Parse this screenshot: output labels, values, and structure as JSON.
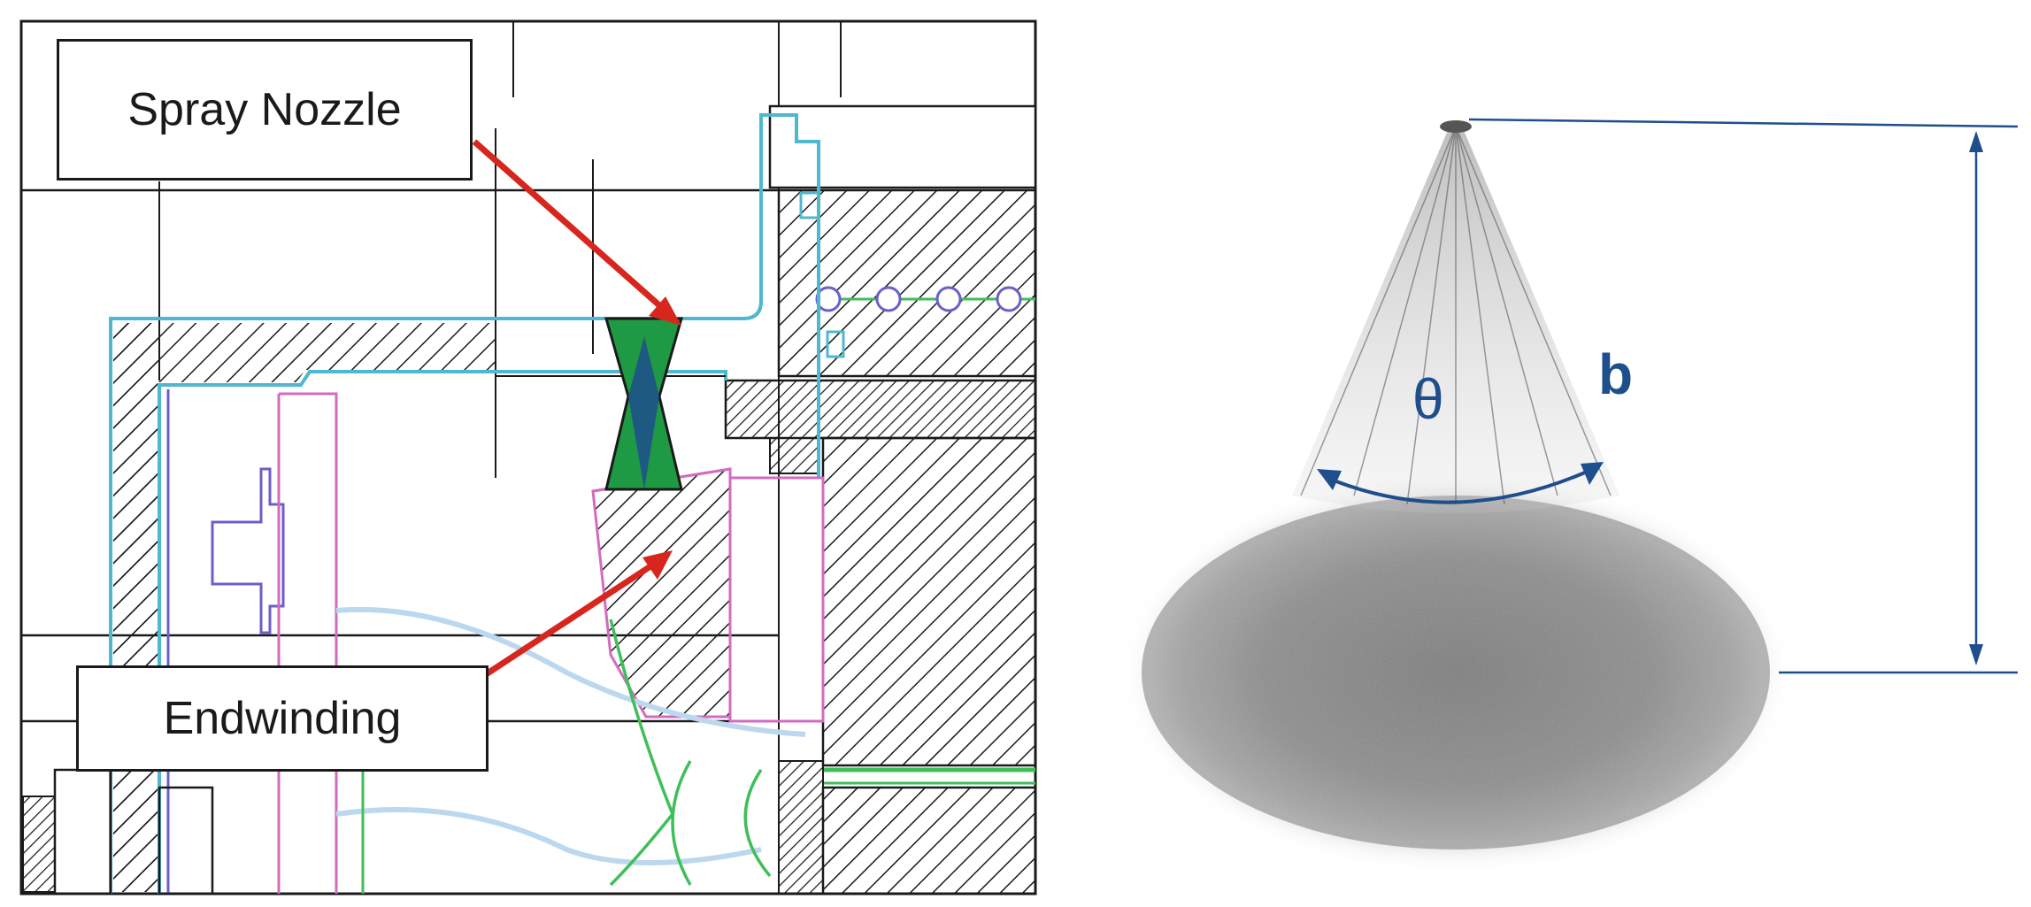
{
  "left_panel": {
    "spray_nozzle_label": "Spray Nozzle",
    "endwinding_label": "Endwinding"
  },
  "right_panel": {
    "angle_label": "θ",
    "height_label": "b"
  },
  "colors": {
    "outline": "#1a1a1a",
    "cyan_line": "#4fb7cf",
    "magenta_line": "#d36bc0",
    "purple_line": "#6b5fc8",
    "green_line": "#3fbf5a",
    "nozzle_fill": "#1e9a44",
    "nozzle_blue": "#1f4e8c",
    "arrow_red": "#d7261e",
    "dimension_blue": "#1f4e8c",
    "spray_gray": "#7a7a7a"
  },
  "icons": [
    "spray-nozzle-icon",
    "red-arrow-icon",
    "spray-cone-icon",
    "dimension-arrow-icon"
  ]
}
